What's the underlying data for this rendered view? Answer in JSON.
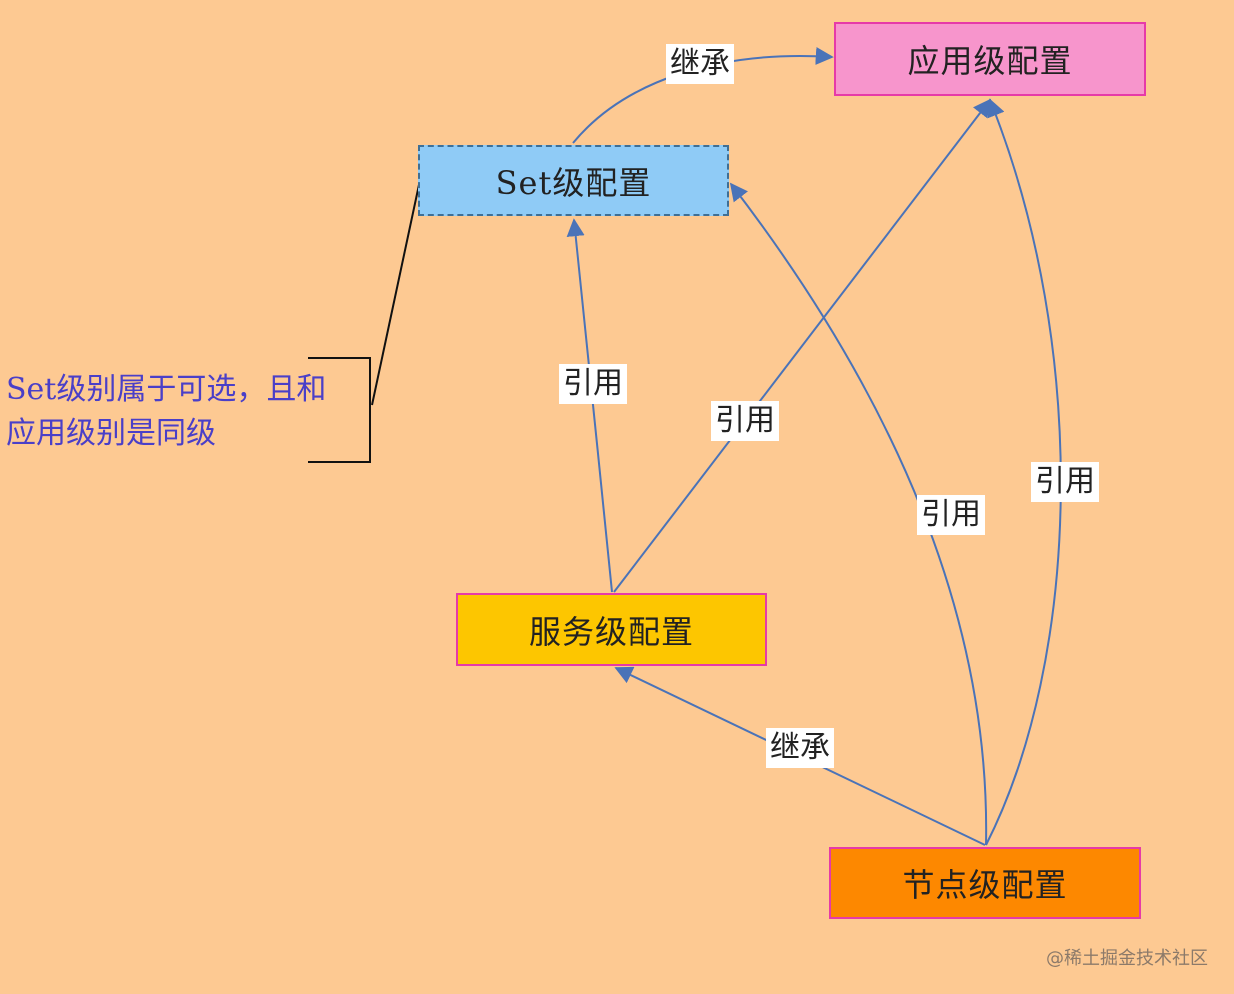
{
  "nodes": {
    "app": "应用级配置",
    "set": "Set级配置",
    "service": "服务级配置",
    "node": "节点级配置"
  },
  "edge_labels": {
    "set_to_app": "继承",
    "service_to_set": "引用",
    "service_to_app": "引用",
    "node_to_set": "引用",
    "node_to_app": "引用",
    "node_to_service": "继承"
  },
  "note": {
    "line1": "Set级别属于可选，且和",
    "line2": "应用级别是同级"
  },
  "watermark": "@稀土掘金技术社区",
  "colors": {
    "background": "#fdc992",
    "app": "#f795cc",
    "set": "#8fcbf6",
    "service": "#fdc600",
    "node": "#fd8800",
    "edge": "#4a73b8",
    "note_text": "#4a3fc8"
  }
}
